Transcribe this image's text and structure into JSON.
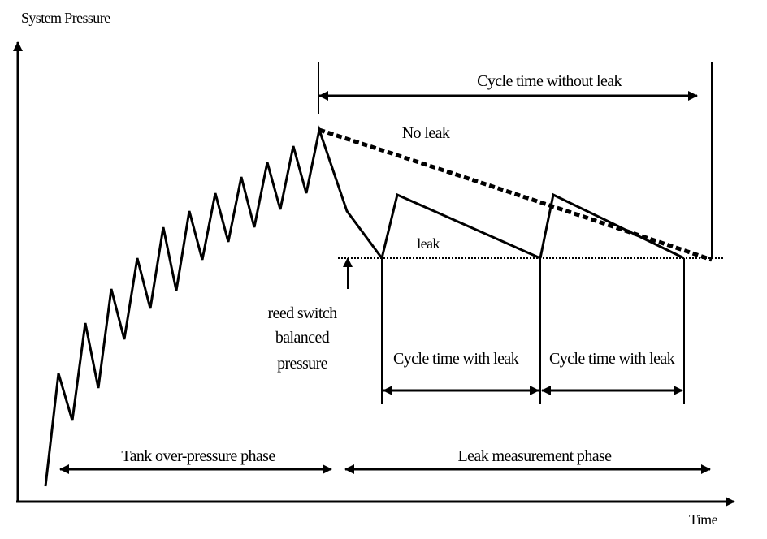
{
  "axes": {
    "y_title": "System Pressure",
    "x_title": "Time"
  },
  "labels": {
    "cycle_without_leak": "Cycle time without leak",
    "no_leak": "No leak",
    "leak": "leak",
    "reed_switch": [
      "reed switch",
      "balanced",
      "pressure"
    ],
    "cycle_with_leak_1": "Cycle time with leak",
    "cycle_with_leak_2": "Cycle time with leak",
    "tank_phase": "Tank over-pressure phase",
    "leak_phase": "Leak measurement phase"
  },
  "colors": {
    "ink": "#000000",
    "background": "#ffffff"
  }
}
